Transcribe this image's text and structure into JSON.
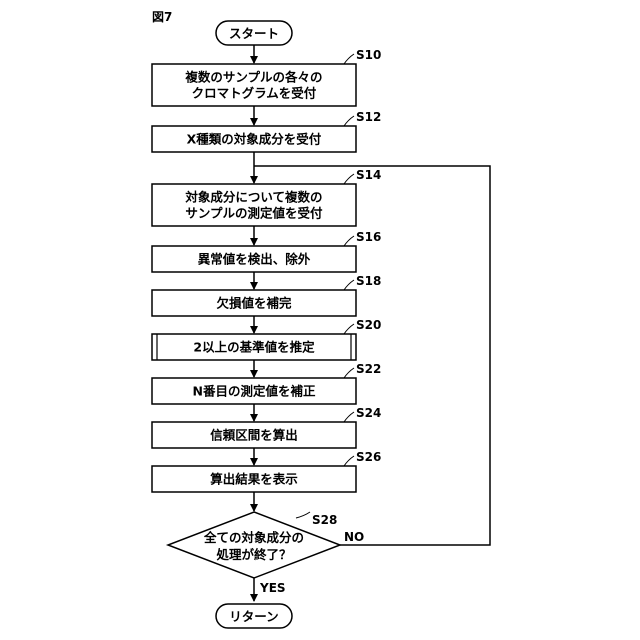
{
  "figure_label": "図7",
  "start": {
    "label": "スタート"
  },
  "end": {
    "label": "リターン"
  },
  "steps": [
    {
      "id": "S10",
      "lines": [
        "複数のサンプルの各々の",
        "クロマトグラムを受付"
      ]
    },
    {
      "id": "S12",
      "lines": [
        "X種類の対象成分を受付"
      ]
    },
    {
      "id": "S14",
      "lines": [
        "対象成分について複数の",
        "サンプルの測定値を受付"
      ]
    },
    {
      "id": "S16",
      "lines": [
        "異常値を検出、除外"
      ]
    },
    {
      "id": "S18",
      "lines": [
        "欠損値を補完"
      ]
    },
    {
      "id": "S20",
      "lines": [
        "2以上の基準値を推定"
      ],
      "subroutine": true
    },
    {
      "id": "S22",
      "lines": [
        "N番目の測定値を補正"
      ]
    },
    {
      "id": "S24",
      "lines": [
        "信頼区間を算出"
      ]
    },
    {
      "id": "S26",
      "lines": [
        "算出結果を表示"
      ]
    }
  ],
  "decision": {
    "id": "S28",
    "lines": [
      "全ての対象成分の",
      "処理が終了？"
    ],
    "yes_label": "YES",
    "no_label": "NO"
  }
}
